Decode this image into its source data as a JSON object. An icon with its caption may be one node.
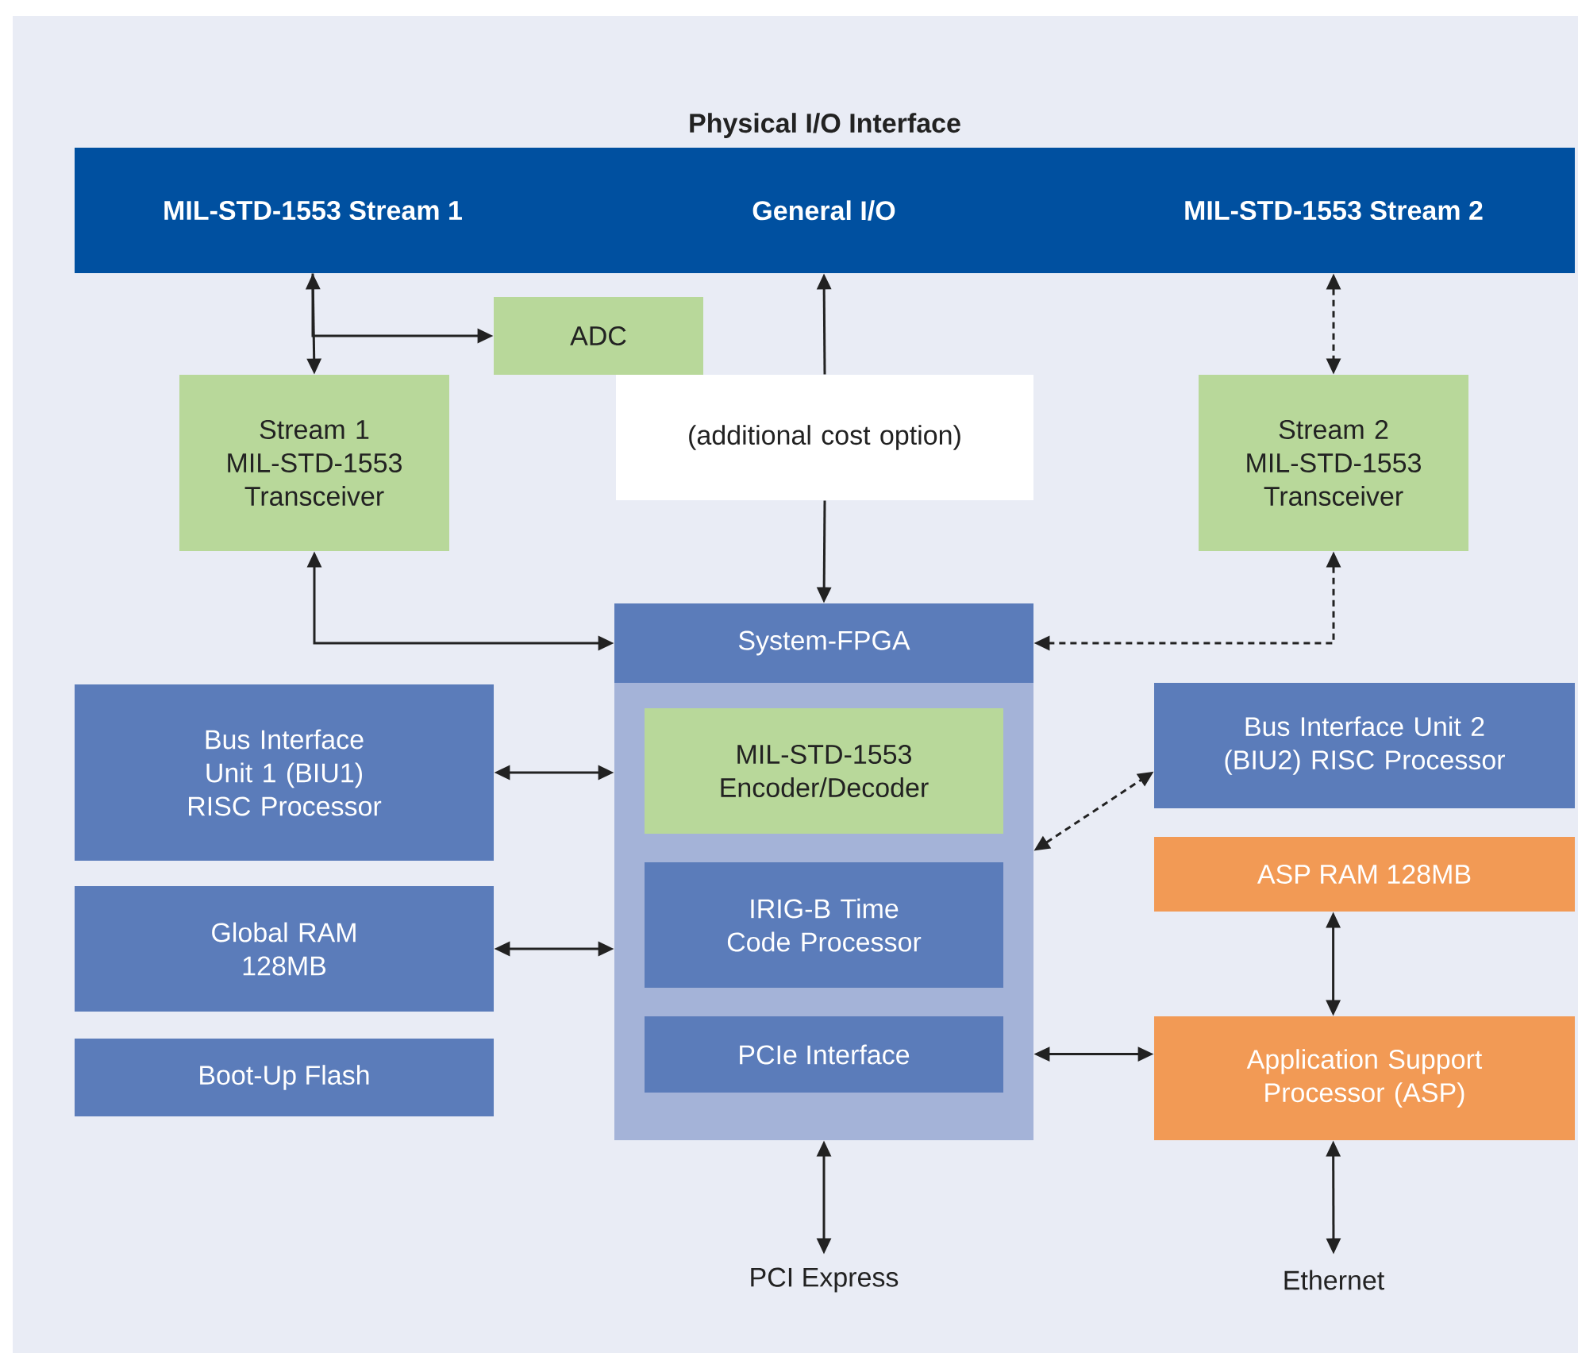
{
  "diagram": {
    "nodes": [
      {
        "text": [
          "Physical I/O Interface"
        ]
      },
      {
        "text": [
          "MIL-STD-1553 Stream 1"
        ],
        "in": 0
      },
      {
        "text": [
          "General I/O"
        ],
        "in": 0
      },
      {
        "text": [
          "MIL-STD-1553 Stream 2"
        ],
        "in": 0
      },
      {
        "text": [
          "ADC"
        ]
      },
      {
        "text": [
          "(additional cost option)"
        ]
      },
      {
        "text": [
          "Stream 1 MIL-STD-1553 Transceiver"
        ]
      },
      {
        "text": [
          "Stream 2 MIL-STD-1553 Transceiver"
        ]
      },
      {
        "text": [],
        "shape": "box"
      },
      {
        "text": [
          "System-FPGA"
        ]
      },
      {
        "text": [
          "Bus Interface Unit 1 (BIU1) RISC Processor"
        ]
      },
      {
        "text": [
          "MIL-STD-1553 Encoder/Decoder"
        ],
        "in": 8
      },
      {
        "text": [
          "Bus Interface Unit 2 (BIU2) RISC Processor"
        ]
      },
      {
        "text": [
          "ASP RAM 128MB"
        ]
      },
      {
        "text": [
          "Global RAM 128MB"
        ]
      },
      {
        "text": [
          "IRIG-B Time Code Processor"
        ],
        "in": 8
      },
      {
        "text": [
          "Boot-Up Flash"
        ]
      },
      {
        "text": [
          "PCIe Interface"
        ],
        "in": 8
      },
      {
        "text": [
          "Application Support Processor (ASP)"
        ]
      },
      {
        "text": [
          "PCI Express"
        ]
      },
      {
        "text": [
          "Ethernet"
        ]
      }
    ],
    "edges": [
      {
        "from": 1,
        "to": 6,
        "arrow": "both"
      },
      {
        "from": 1,
        "to": 4,
        "arrow": "to"
      },
      {
        "from": 5,
        "to": 2,
        "arrow": "to"
      },
      {
        "from": 5,
        "to": 9,
        "arrow": "to"
      },
      {
        "from": 3,
        "to": 7,
        "arrow": "both",
        "style": "dashed"
      },
      {
        "from": 6,
        "to": 9,
        "arrow": "both"
      },
      {
        "from": 7,
        "to": 9,
        "arrow": "both",
        "style": "dashed"
      },
      {
        "from": 10,
        "to": 8,
        "arrow": "both"
      },
      {
        "from": 8,
        "to": 12,
        "arrow": "both",
        "style": "dashed"
      },
      {
        "from": 14,
        "to": 8,
        "arrow": "both"
      },
      {
        "from": 13,
        "to": 18,
        "arrow": "both"
      },
      {
        "from": 8,
        "to": 18,
        "arrow": "both"
      },
      {
        "from": 8,
        "to": 19,
        "arrow": "both"
      },
      {
        "from": 18,
        "to": 20,
        "arrow": "both"
      }
    ]
  }
}
